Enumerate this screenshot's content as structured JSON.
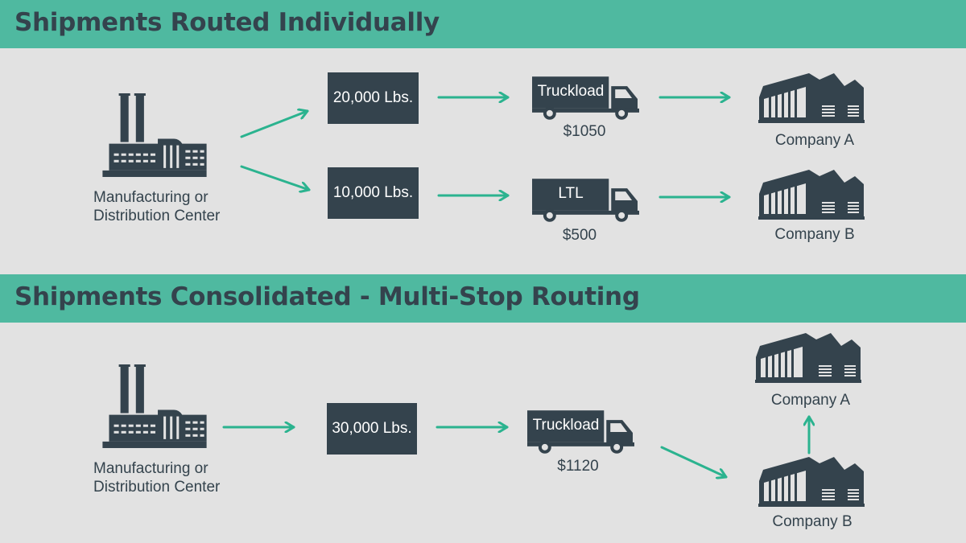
{
  "colors": {
    "background": "#e2e2e2",
    "banner": "#4fb9a0",
    "dark": "#34434d",
    "arrow": "#2bb38f",
    "box_text": "#ffffff"
  },
  "section1": {
    "title": "Shipments Routed Individually",
    "origin_label_line1": "Manufacturing or",
    "origin_label_line2": "Distribution Center",
    "origin_icon": "factory-icon",
    "routes": [
      {
        "weight": "20,000 Lbs.",
        "vehicle": "Truckload",
        "cost": "$1050",
        "destination": "Company A",
        "vehicle_icon": "truck-icon",
        "destination_icon": "warehouse-icon"
      },
      {
        "weight": "10,000 Lbs.",
        "vehicle": "LTL",
        "cost": "$500",
        "destination": "Company B",
        "vehicle_icon": "truck-icon",
        "destination_icon": "warehouse-icon"
      }
    ]
  },
  "section2": {
    "title": "Shipments Consolidated - Multi-Stop Routing",
    "origin_label_line1": "Manufacturing or",
    "origin_label_line2": "Distribution Center",
    "origin_icon": "factory-icon",
    "weight": "30,000 Lbs.",
    "vehicle": "Truckload",
    "cost": "$1120",
    "stops": [
      "Company B",
      "Company A"
    ]
  }
}
